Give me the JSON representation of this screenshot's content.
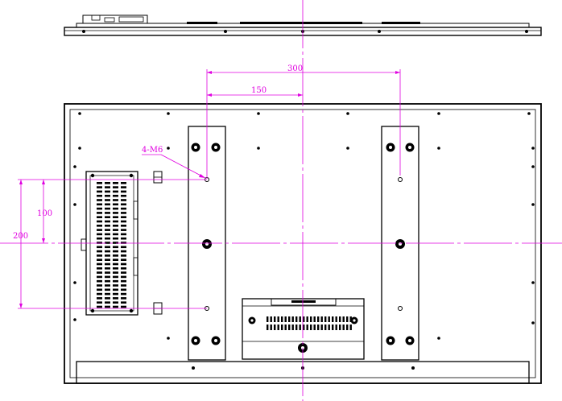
{
  "drawing": {
    "dimensions": {
      "horizontal_overall": "300",
      "horizontal_half": "150",
      "vertical_overall": "200",
      "vertical_half": "100",
      "hole_callout": "4-M6"
    },
    "colors": {
      "outline": "#000000",
      "dimension": "#e000e0",
      "background": "#ffffff"
    }
  }
}
